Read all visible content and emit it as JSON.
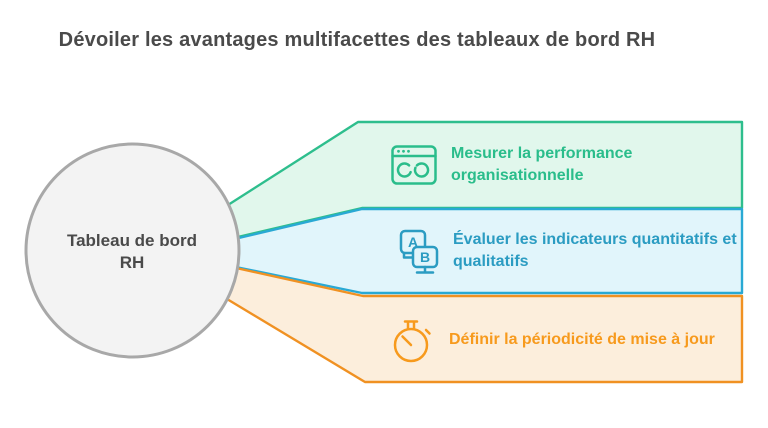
{
  "title": {
    "text": "Dévoiler les avantages multifacettes des tableaux de bord RH",
    "color": "#4a4a4a"
  },
  "circle": {
    "label": "Tableau de bord RH",
    "fill": "#f3f3f3",
    "stroke": "#a8a8a8"
  },
  "banners": [
    {
      "label": "Mesurer la performance organisationnelle",
      "icon": "dashboard-gauges-icon",
      "fill": "#e1f7ec",
      "stroke": "#2ebe8d",
      "text_color": "#2abd8b"
    },
    {
      "label": "Évaluer les indicateurs quantitatifs et qualitatifs",
      "icon": "ab-monitors-icon",
      "fill": "#e1f5fb",
      "stroke": "#29a9d4",
      "text_color": "#2b9cc2"
    },
    {
      "label": "Définir la périodicité de mise à jour",
      "icon": "stopwatch-icon",
      "fill": "#fceedc",
      "stroke": "#f09122",
      "text_color": "#f79a1d"
    }
  ]
}
